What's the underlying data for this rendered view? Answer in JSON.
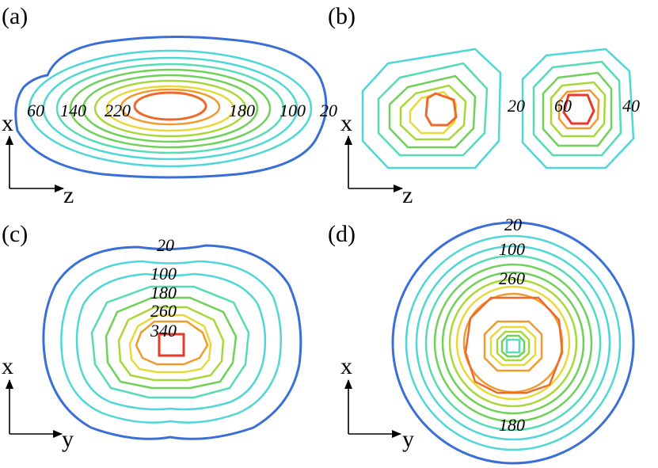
{
  "panels": [
    {
      "id": "a",
      "label": "(a)",
      "axes": {
        "vertical": "x",
        "horizontal": "z"
      },
      "contour_labels": [
        "60",
        "140",
        "220",
        "180",
        "100",
        "20"
      ]
    },
    {
      "id": "b",
      "label": "(b)",
      "axes": {
        "vertical": "x",
        "horizontal": "z"
      },
      "contour_labels": [
        "20",
        "60",
        "40"
      ]
    },
    {
      "id": "c",
      "label": "(c)",
      "axes": {
        "vertical": "x",
        "horizontal": "y"
      },
      "contour_labels": [
        "20",
        "100",
        "180",
        "260",
        "340"
      ]
    },
    {
      "id": "d",
      "label": "(d)",
      "axes": {
        "vertical": "x",
        "horizontal": "y"
      },
      "contour_labels": [
        "20",
        "100",
        "260",
        "180"
      ]
    }
  ],
  "colors": {
    "outer": "#3a6fd8",
    "cyan": "#4fd6d6",
    "teal": "#55dcb4",
    "green": "#6fd05a",
    "lime": "#a8d838",
    "yellow": "#e8d83a",
    "orange": "#f29a2e",
    "deep_orange": "#ee6a2a",
    "red": "#e83a2a"
  }
}
